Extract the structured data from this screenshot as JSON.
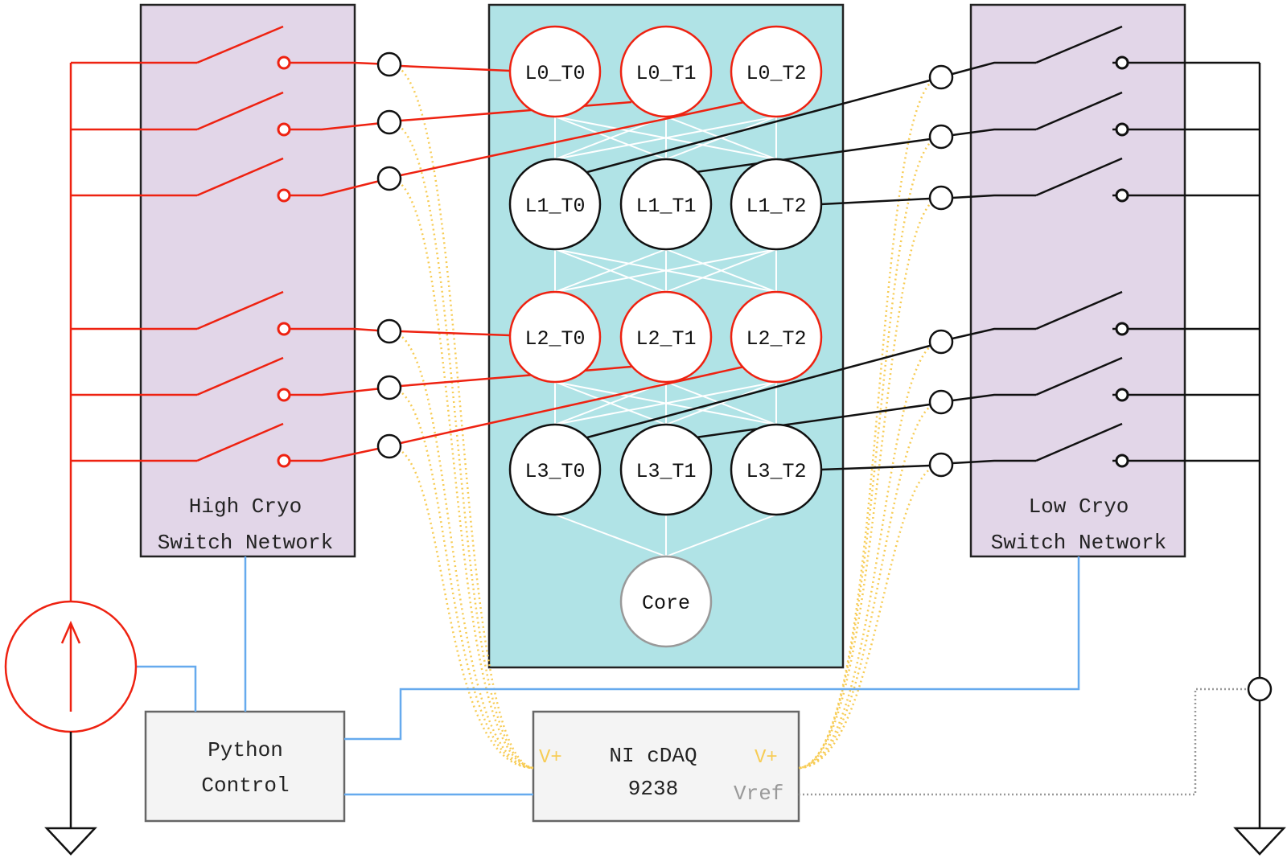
{
  "high_switch": {
    "line1": "High Cryo",
    "line2": "Switch Network"
  },
  "low_switch": {
    "line1": "Low Cryo",
    "line2": "Switch Network"
  },
  "python_control": {
    "line1": "Python",
    "line2": "Control"
  },
  "daq": {
    "line1": "NI cDAQ",
    "line2": "9238",
    "vplus_left": "V+",
    "vplus_right": "V+",
    "vref": "Vref"
  },
  "nodes": {
    "L0_T0": "L0_T0",
    "L0_T1": "L0_T1",
    "L0_T2": "L0_T2",
    "L1_T0": "L1_T0",
    "L1_T1": "L1_T1",
    "L1_T2": "L1_T2",
    "L2_T0": "L2_T0",
    "L2_T1": "L2_T1",
    "L2_T2": "L2_T2",
    "L3_T0": "L3_T0",
    "L3_T1": "L3_T1",
    "L3_T2": "L3_T2",
    "core": "Core"
  },
  "colors": {
    "high_side": "#ee2211",
    "low_side": "#111111",
    "control": "#66aaee",
    "sense": "#f7cc55",
    "switch_box": "#e2d6e8",
    "stack_box": "#b0e3e6",
    "control_box": "#f4f4f4",
    "vref": "#999999"
  }
}
